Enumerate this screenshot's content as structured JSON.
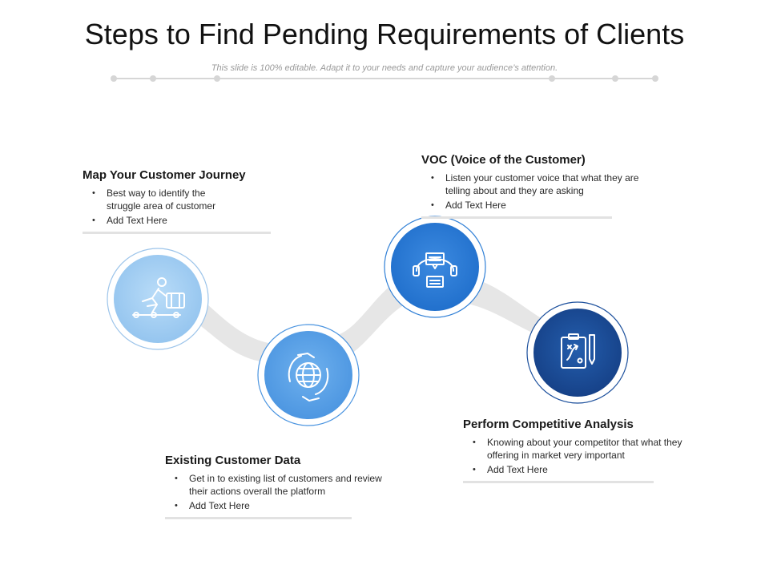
{
  "title": "Steps to Find Pending Requirements of Clients",
  "subtitle": "This slide is 100% editable. Adapt it to your needs and capture your audience’s attention.",
  "colors": {
    "step1": "#a9d1f3",
    "step2": "#5aa3e8",
    "step3": "#2f7fd6",
    "step4": "#1b4f9c",
    "connector": "#e6e6e6",
    "ring": "#9cc4ea"
  },
  "steps": [
    {
      "title": "Map Your Customer Journey",
      "icon": "runner-luggage-icon",
      "bullets": [
        "Best way to identify the struggle area of customer",
        "Add Text Here"
      ]
    },
    {
      "title": "Existing Customer Data",
      "icon": "globe-in-hands-icon",
      "bullets": [
        "Get in to existing list of customers and review their actions overall  the platform",
        "Add Text Here"
      ]
    },
    {
      "title": "VOC (Voice of the Customer)",
      "icon": "headset-chat-icon",
      "bullets": [
        "Listen your customer voice that what they are telling about and they are asking",
        "Add Text Here"
      ]
    },
    {
      "title": "Perform Competitive Analysis",
      "icon": "clipboard-strategy-icon",
      "bullets": [
        "Knowing about your competitor that what they offering in market very important",
        "Add Text Here"
      ]
    }
  ]
}
